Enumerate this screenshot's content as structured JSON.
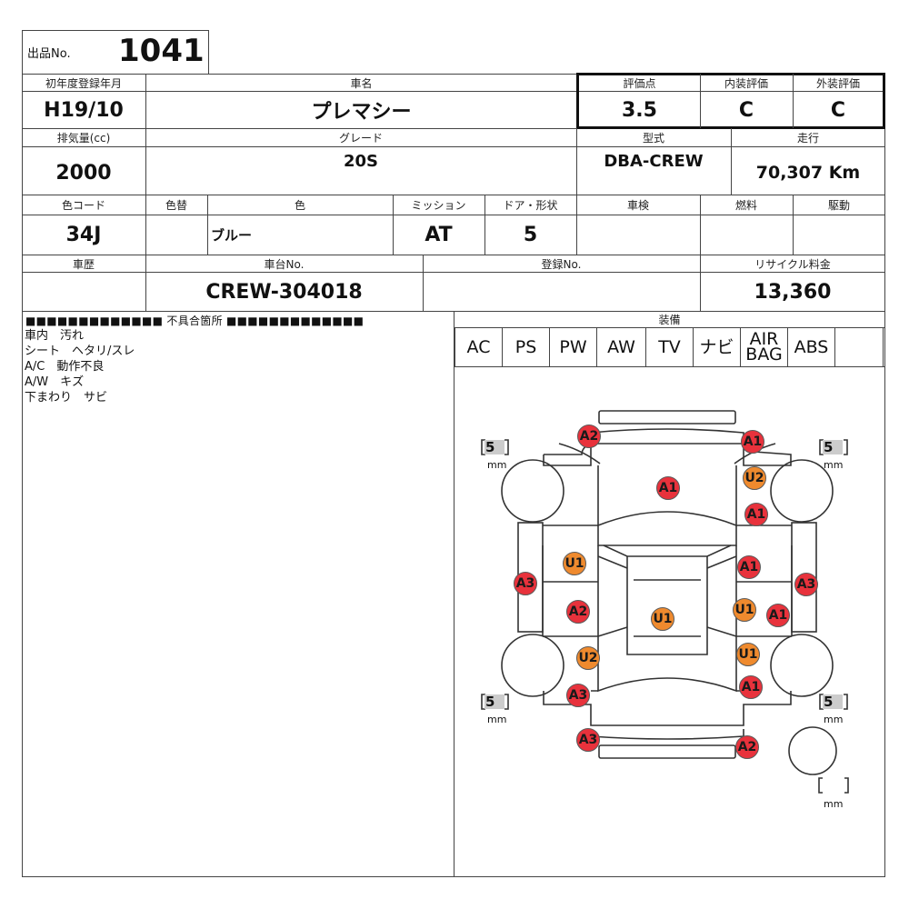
{
  "header": {
    "lot_label": "出品No.",
    "lot_number": "1041"
  },
  "labels": {
    "first_reg": "初年度登録年月",
    "car_name": "車名",
    "score": "評価点",
    "interior": "内装評価",
    "exterior": "外装評価",
    "displacement": "排気量(cc)",
    "grade": "グレード",
    "model": "型式",
    "mileage": "走行",
    "color_code": "色コード",
    "repaint": "色替",
    "color": "色",
    "mission": "ミッション",
    "doors": "ドア・形状",
    "inspection": "車検",
    "fuel": "燃料",
    "drive": "駆動",
    "history": "車歴",
    "chassis": "車台No.",
    "registration": "登録No.",
    "recycle": "リサイクル料金",
    "defects_header": "■■■■■■■■■■■■■ 不具合箇所 ■■■■■■■■■■■■■",
    "equipment": "装備"
  },
  "values": {
    "first_reg": "H19/10",
    "car_name": "プレマシー",
    "score": "3.5",
    "interior": "C",
    "exterior": "C",
    "displacement": "2000",
    "grade": "20S",
    "model": "DBA-CREW",
    "mileage": "70,307 Km",
    "color_code": "34J",
    "color": "ブルー",
    "mission": "AT",
    "doors": "5",
    "chassis": "CREW-304018",
    "recycle": "13,360"
  },
  "defects": [
    "車内　汚れ",
    "シート　ヘタリ/スレ",
    "A/C　動作不良",
    "A/W　キズ",
    "下まわり　サビ"
  ],
  "equipment": [
    "AC",
    "PS",
    "PW",
    "AW",
    "TV",
    "ナビ",
    "AIR\nBAG",
    "ABS"
  ],
  "tires": {
    "value": "5",
    "unit": "mm"
  },
  "colors": {
    "red_marker": "#e8323c",
    "orange_marker": "#ef8a2e"
  },
  "damage_markers": [
    {
      "code": "A2",
      "color": "red"
    },
    {
      "code": "A1",
      "color": "red"
    },
    {
      "code": "U2",
      "color": "orange"
    },
    {
      "code": "A1",
      "color": "red"
    },
    {
      "code": "A1",
      "color": "red"
    },
    {
      "code": "U1",
      "color": "orange"
    },
    {
      "code": "A1",
      "color": "red"
    },
    {
      "code": "A3",
      "color": "red"
    },
    {
      "code": "A3",
      "color": "red"
    },
    {
      "code": "A2",
      "color": "red"
    },
    {
      "code": "U1",
      "color": "orange"
    },
    {
      "code": "U1",
      "color": "orange"
    },
    {
      "code": "A1",
      "color": "red"
    },
    {
      "code": "U2",
      "color": "orange"
    },
    {
      "code": "U1",
      "color": "orange"
    },
    {
      "code": "A3",
      "color": "red"
    },
    {
      "code": "A1",
      "color": "red"
    },
    {
      "code": "A3",
      "color": "red"
    },
    {
      "code": "A2",
      "color": "red"
    }
  ]
}
